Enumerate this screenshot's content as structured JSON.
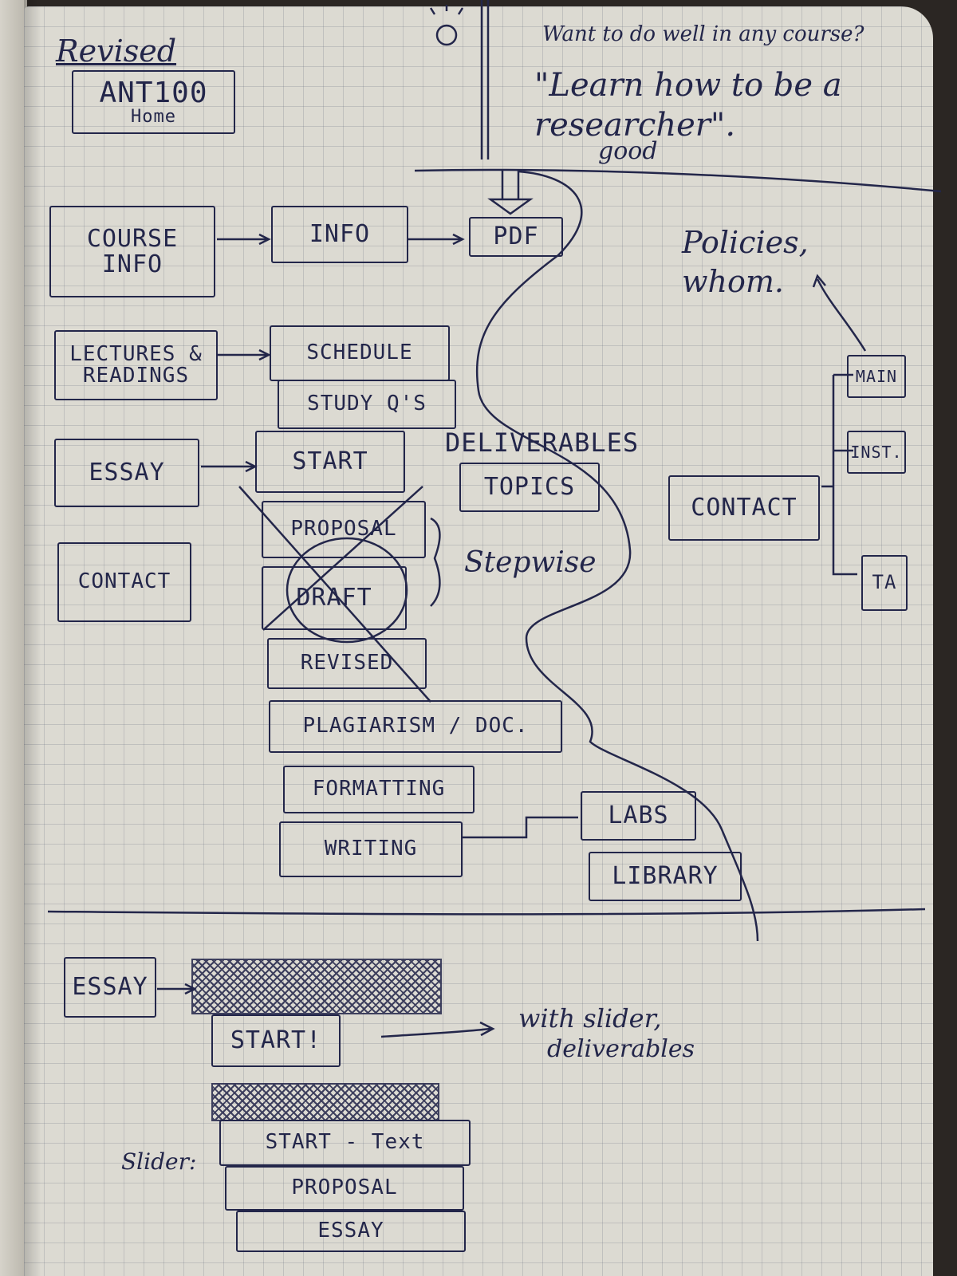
{
  "header": {
    "revised_label": "Revised",
    "home_box": {
      "line1": "ANT100",
      "line2": "Home"
    },
    "quote_intro": "Want to do well in any course?",
    "quote_text": "\"Learn how to be a researcher\".",
    "quote_insert": "good"
  },
  "left_nav": [
    {
      "label": "COURSE INFO"
    },
    {
      "label": "LECTURES & READINGS"
    },
    {
      "label": "ESSAY"
    },
    {
      "label": "CONTACT"
    }
  ],
  "middle": {
    "info": "INFO",
    "pdf": "PDF",
    "schedule": "SCHEDULE",
    "study_qs": "STUDY Q'S",
    "start": "START",
    "proposal": "PROPOSAL",
    "draft": "DRAFT",
    "revised": "REVISED",
    "plagiarism": "PLAGIARISM / DOC.",
    "formatting": "FORMATTING",
    "writing": "WRITING",
    "labs": "LABS",
    "library": "LIBRARY",
    "deliverables": "DELIVERABLES",
    "topics": "TOPICS",
    "stepwise": "Stepwise"
  },
  "right": {
    "policies_note": "Policies, whom.",
    "contact": "CONTACT",
    "contact_items": [
      "MAIN",
      "INST.",
      "TA"
    ]
  },
  "bottom": {
    "essay": "ESSAY",
    "start": "START!",
    "arrow_note_line1": "with slider,",
    "arrow_note_line2": "deliverables",
    "slider_label": "Slider:",
    "slider_items": [
      "START - Text",
      "PROPOSAL",
      "ESSAY"
    ]
  },
  "colors": {
    "ink": "#23264a",
    "paper": "#dcdad2",
    "grid": "#8a92a6"
  }
}
